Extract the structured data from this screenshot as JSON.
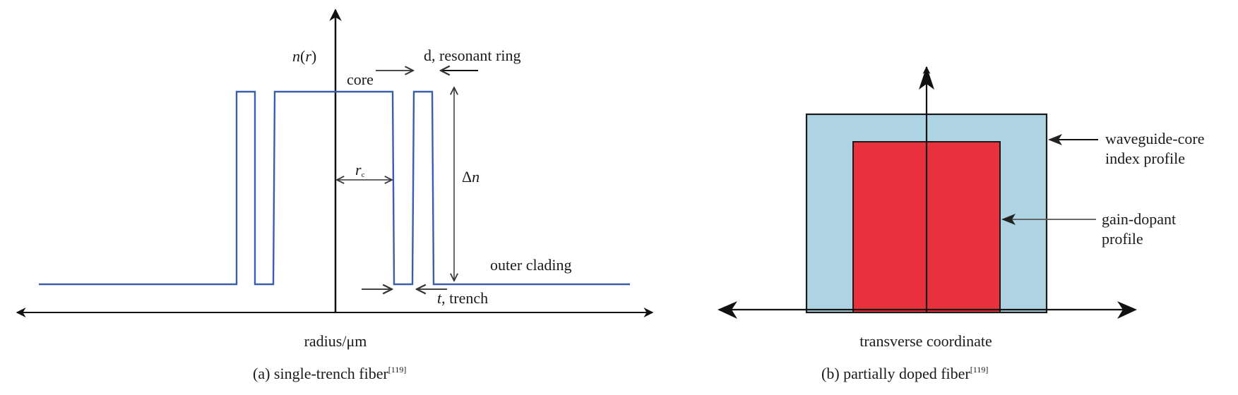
{
  "panel_a": {
    "y_axis_label_fn": "n",
    "y_axis_label_arg": "r",
    "core_label": "core",
    "ring_label": "d, resonant ring",
    "rc_label": "r",
    "rc_sub": "c",
    "delta_n_symbol": "Δ",
    "delta_n_var": "n",
    "outer_cladding_label": "outer clading",
    "trench_var": "t",
    "trench_label": ", trench",
    "x_axis_label": "radius/μm",
    "caption": "(a) single-trench fiber",
    "caption_ref": "[119]",
    "profile_color": "#3a5fa8"
  },
  "panel_b": {
    "waveguide_label_line1": "waveguide-core",
    "waveguide_label_line2": "index profile",
    "dopant_label_line1": "gain-dopant",
    "dopant_label_line2": "profile",
    "x_axis_label": "transverse coordinate",
    "caption": "(b) partially doped fiber",
    "caption_ref": "[119]",
    "waveguide_color": "#aed3e3",
    "dopant_color": "#e8313c"
  }
}
